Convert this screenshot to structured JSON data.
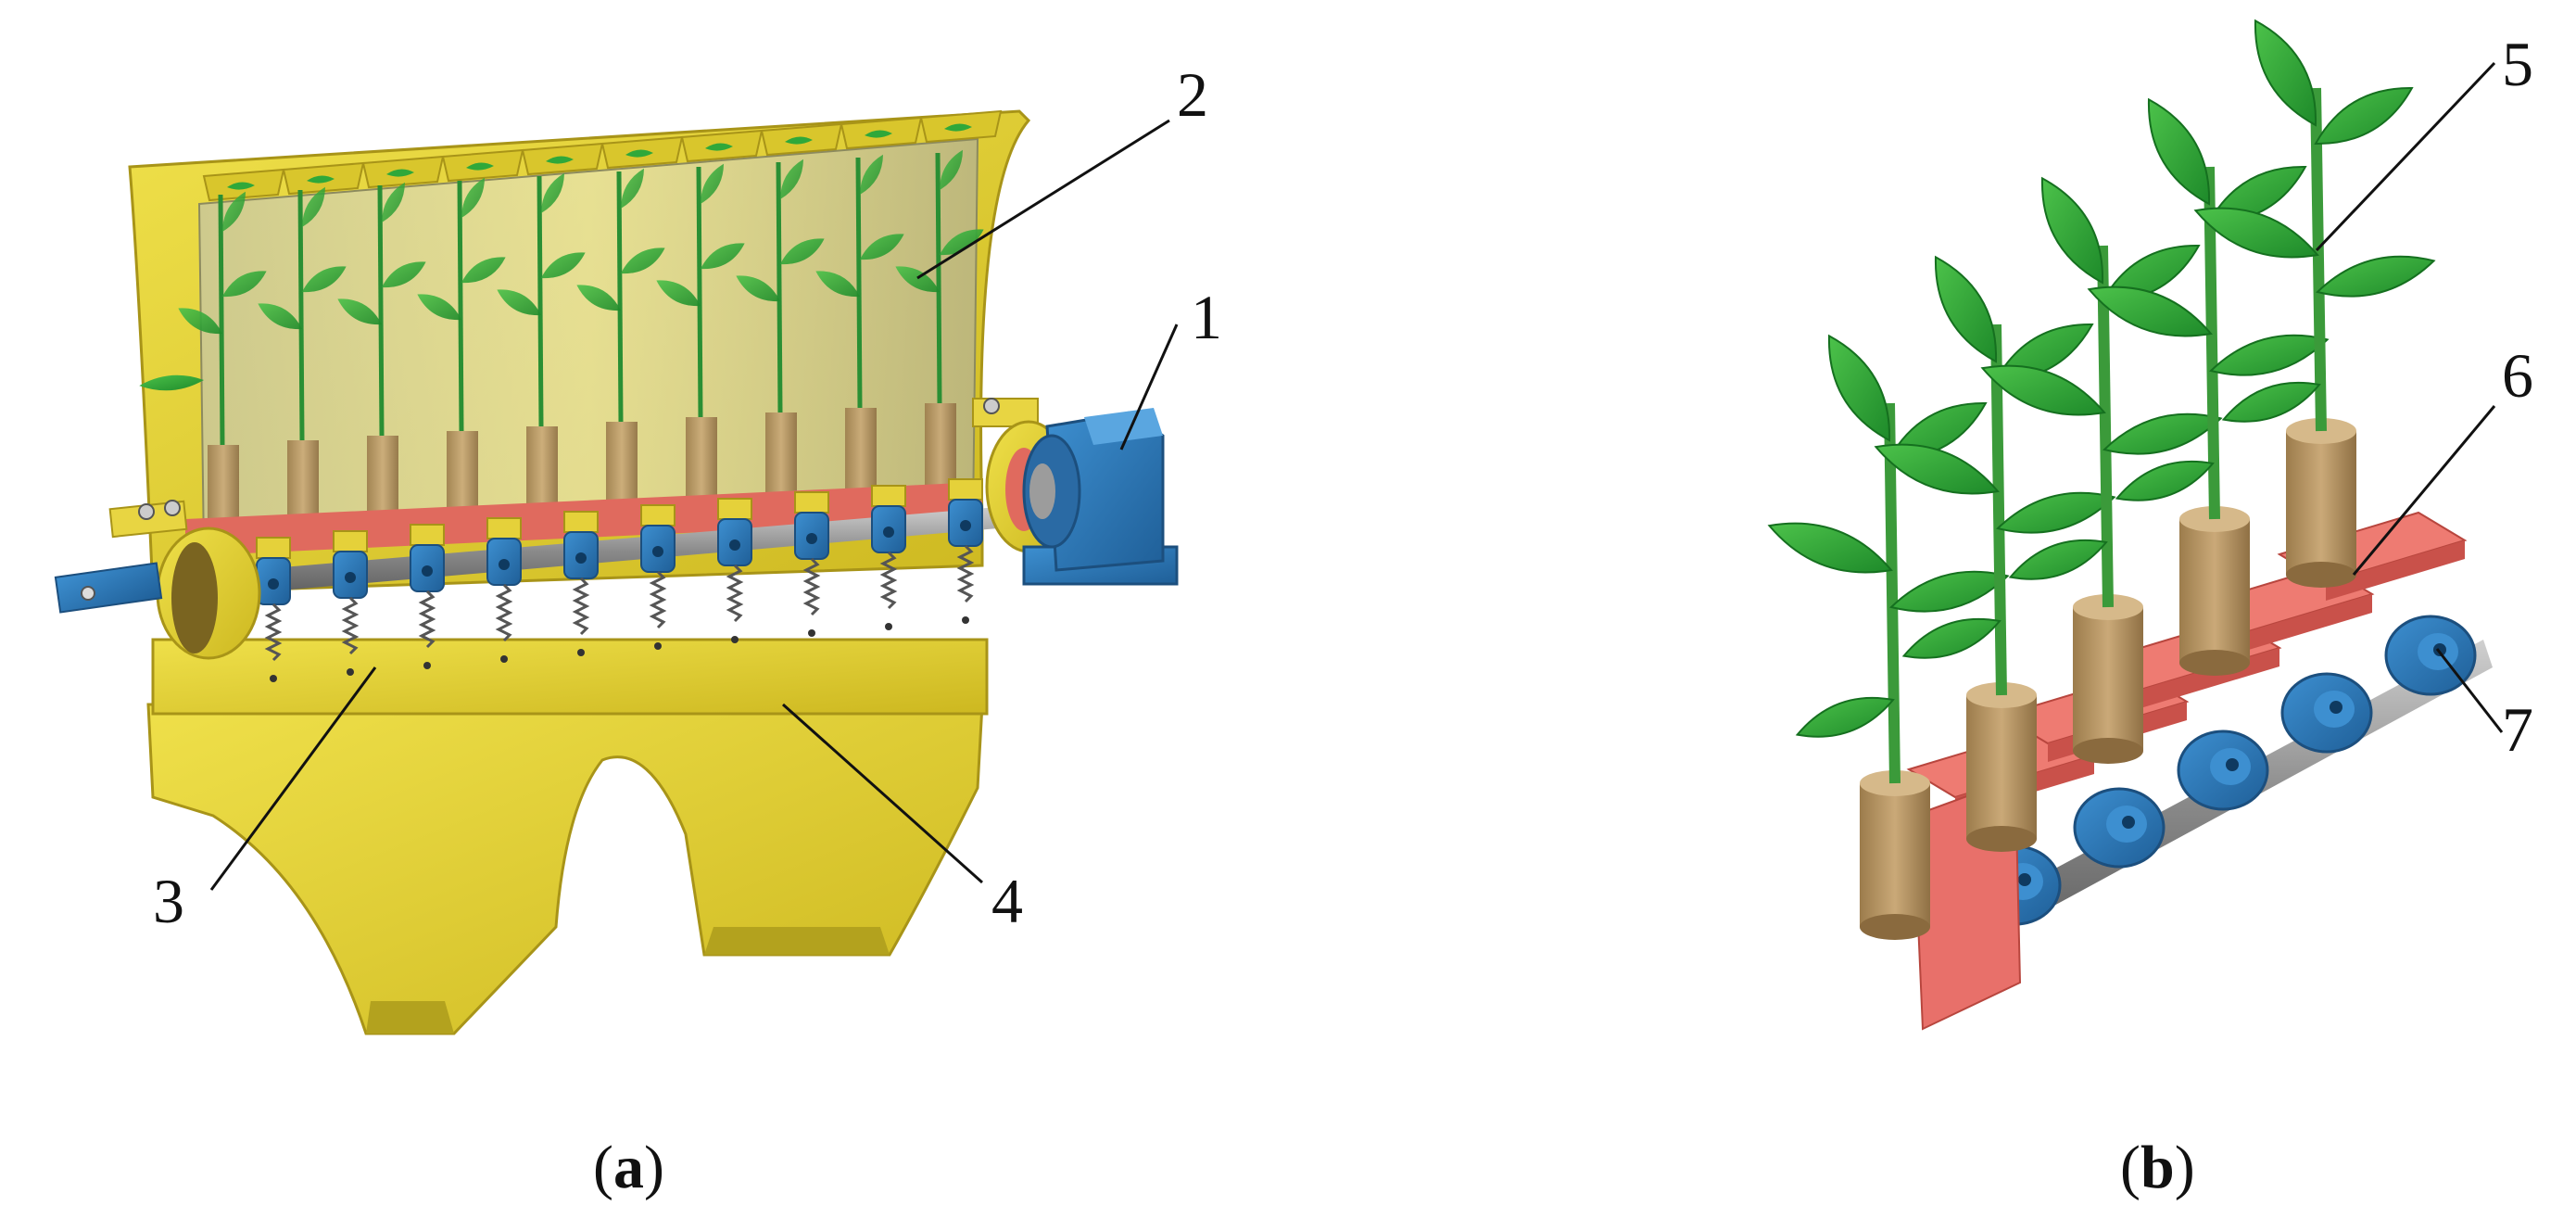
{
  "panels": [
    {
      "id": "a",
      "caption_open": "(",
      "caption_letter": "a",
      "caption_close": ")"
    },
    {
      "id": "b",
      "caption_open": "(",
      "caption_letter": "b",
      "caption_close": ")"
    }
  ],
  "callouts": {
    "c1": "1",
    "c2": "2",
    "c3": "3",
    "c4": "4",
    "c5": "5",
    "c6": "6",
    "c7": "7"
  },
  "colors": {
    "frame_yellow": "#e2cf34",
    "motor_blue": "#2f78b8",
    "tray_red": "#e8706a",
    "cup_wood": "#b99a68",
    "leaf_green": "#2fa83a",
    "shaft_gray": "#9c9c9c"
  }
}
